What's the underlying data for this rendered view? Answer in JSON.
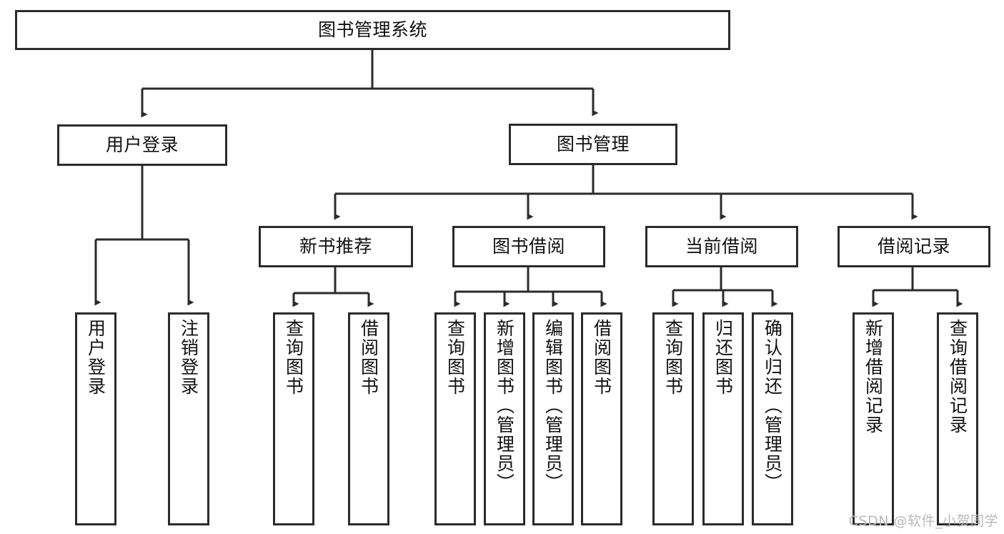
{
  "diagram": {
    "title": "图书管理系统",
    "type": "tree",
    "watermark": "CSDN @软件_小贺同学",
    "colors": {
      "box_border": "#2b2b2b",
      "box_fill": "#ffffff",
      "edge": "#2b2b2b",
      "text": "#111111",
      "watermark": "#b9b9b9",
      "background": "#ffffff"
    },
    "nodes": {
      "root": {
        "label": "图书管理系统",
        "level": 1,
        "orientation": "horizontal"
      },
      "user_login": {
        "label": "用户登录",
        "level": 2,
        "orientation": "horizontal"
      },
      "book_manage": {
        "label": "图书管理",
        "level": 2,
        "orientation": "horizontal"
      },
      "new_book_rec": {
        "label": "新书推荐",
        "level": 3,
        "orientation": "horizontal"
      },
      "book_borrow": {
        "label": "图书借阅",
        "level": 3,
        "orientation": "horizontal"
      },
      "current_borrow": {
        "label": "当前借阅",
        "level": 3,
        "orientation": "horizontal"
      },
      "borrow_record": {
        "label": "借阅记录",
        "level": 3,
        "orientation": "horizontal"
      },
      "leaf_user_login": {
        "label": "用户登录",
        "level": 3,
        "orientation": "vertical"
      },
      "leaf_user_logout": {
        "label": "注销登录",
        "level": 3,
        "orientation": "vertical"
      },
      "leaf_rec_query": {
        "label": "查询图书",
        "level": 4,
        "orientation": "vertical"
      },
      "leaf_rec_borrow": {
        "label": "借阅图书",
        "level": 4,
        "orientation": "vertical"
      },
      "leaf_borrow_query": {
        "label": "查询图书",
        "level": 4,
        "orientation": "vertical"
      },
      "leaf_borrow_add": {
        "label": "新增图书（管理员）",
        "level": 4,
        "orientation": "vertical"
      },
      "leaf_borrow_edit": {
        "label": "编辑图书（管理员）",
        "level": 4,
        "orientation": "vertical"
      },
      "leaf_borrow_lend": {
        "label": "借阅图书",
        "level": 4,
        "orientation": "vertical"
      },
      "leaf_cur_query": {
        "label": "查询图书",
        "level": 4,
        "orientation": "vertical"
      },
      "leaf_cur_return": {
        "label": "归还图书",
        "level": 4,
        "orientation": "vertical"
      },
      "leaf_cur_confirm": {
        "label": "确认归还（管理员）",
        "level": 4,
        "orientation": "vertical"
      },
      "leaf_rec_add": {
        "label": "新增借阅记录",
        "level": 4,
        "orientation": "vertical"
      },
      "leaf_rec_search": {
        "label": "查询借阅记录",
        "level": 4,
        "orientation": "vertical"
      }
    },
    "edges": [
      {
        "from": "root",
        "to": "user_login"
      },
      {
        "from": "root",
        "to": "book_manage"
      },
      {
        "from": "user_login",
        "to": "leaf_user_login"
      },
      {
        "from": "user_login",
        "to": "leaf_user_logout"
      },
      {
        "from": "book_manage",
        "to": "new_book_rec"
      },
      {
        "from": "book_manage",
        "to": "book_borrow"
      },
      {
        "from": "book_manage",
        "to": "current_borrow"
      },
      {
        "from": "book_manage",
        "to": "borrow_record"
      },
      {
        "from": "new_book_rec",
        "to": "leaf_rec_query"
      },
      {
        "from": "new_book_rec",
        "to": "leaf_rec_borrow"
      },
      {
        "from": "book_borrow",
        "to": "leaf_borrow_query"
      },
      {
        "from": "book_borrow",
        "to": "leaf_borrow_add"
      },
      {
        "from": "book_borrow",
        "to": "leaf_borrow_edit"
      },
      {
        "from": "book_borrow",
        "to": "leaf_borrow_lend"
      },
      {
        "from": "current_borrow",
        "to": "leaf_cur_query"
      },
      {
        "from": "current_borrow",
        "to": "leaf_cur_return"
      },
      {
        "from": "current_borrow",
        "to": "leaf_cur_confirm"
      },
      {
        "from": "borrow_record",
        "to": "leaf_rec_add"
      },
      {
        "from": "borrow_record",
        "to": "leaf_rec_search"
      }
    ]
  }
}
